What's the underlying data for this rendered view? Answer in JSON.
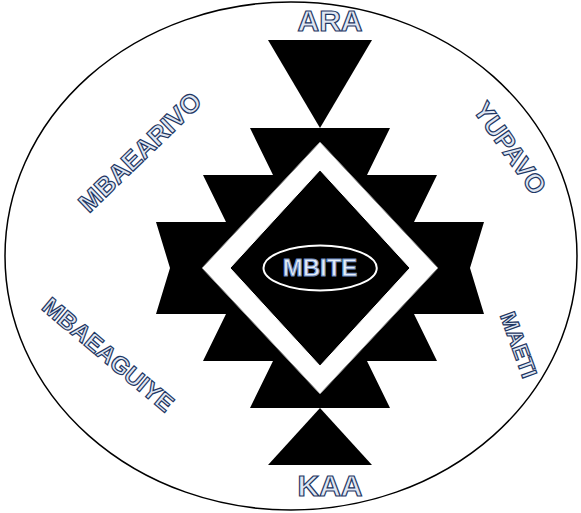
{
  "diagram": {
    "nodes": [
      {
        "text": [
          "MBITE"
        ]
      }
    ],
    "labels": [
      "ARA",
      "MBAEARIVO",
      "YUPAVO",
      "MBAEAGUIYE",
      "MAETI",
      "KAA"
    ]
  }
}
